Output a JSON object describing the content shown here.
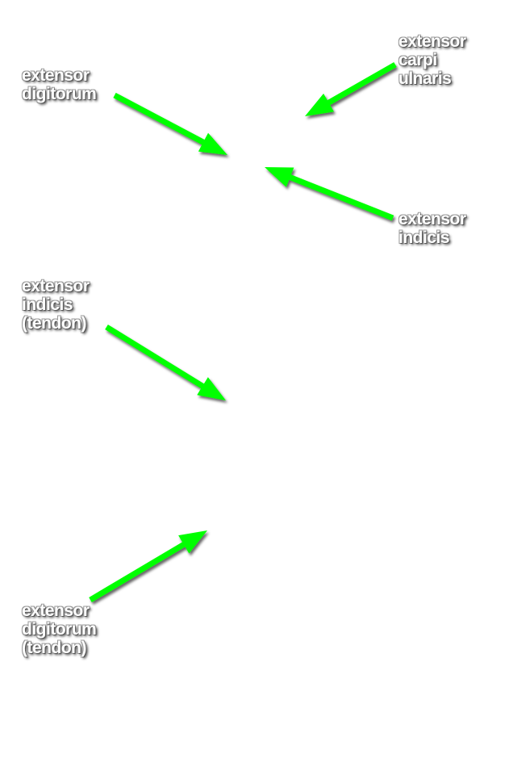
{
  "arrow_color": "#00ff00",
  "labels": [
    {
      "lines": [
        "extensor",
        "digitorum"
      ]
    },
    {
      "lines": [
        "extensor",
        "carpi",
        "ulnaris"
      ]
    },
    {
      "lines": [
        "extensor",
        "indicis"
      ]
    },
    {
      "lines": [
        "extensor",
        "indicis",
        "(tendon)"
      ]
    },
    {
      "lines": [
        "extensor",
        "digitorum",
        "(tendon)"
      ]
    }
  ]
}
